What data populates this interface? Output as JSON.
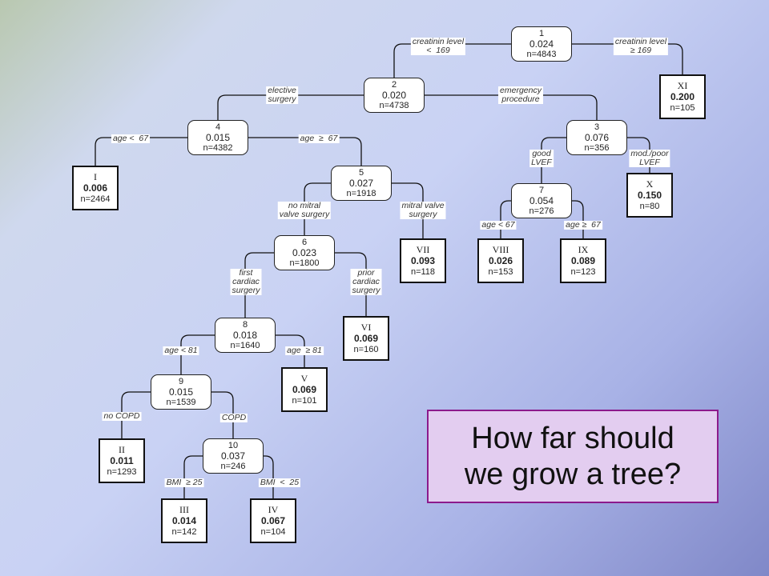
{
  "nodes": [
    {
      "id": "1",
      "value": "0.024",
      "n": "n=4843"
    },
    {
      "id": "2",
      "value": "0.020",
      "n": "n=4738"
    },
    {
      "id": "3",
      "value": "0.076",
      "n": "n=356"
    },
    {
      "id": "4",
      "value": "0.015",
      "n": "n=4382"
    },
    {
      "id": "5",
      "value": "0.027",
      "n": "n=1918"
    },
    {
      "id": "6",
      "value": "0.023",
      "n": "n=1800"
    },
    {
      "id": "7",
      "value": "0.054",
      "n": "n=276"
    },
    {
      "id": "8",
      "value": "0.018",
      "n": "n=1640"
    },
    {
      "id": "9",
      "value": "0.015",
      "n": "n=1539"
    },
    {
      "id": "10",
      "value": "0.037",
      "n": "n=246"
    }
  ],
  "leaves": [
    {
      "roman": "I",
      "value": "0.006",
      "n": "n=2464"
    },
    {
      "roman": "II",
      "value": "0.011",
      "n": "n=1293"
    },
    {
      "roman": "III",
      "value": "0.014",
      "n": "n=142"
    },
    {
      "roman": "IV",
      "value": "0.067",
      "n": "n=104"
    },
    {
      "roman": "V",
      "value": "0.069",
      "n": "n=101"
    },
    {
      "roman": "VI",
      "value": "0.069",
      "n": "n=160"
    },
    {
      "roman": "VII",
      "value": "0.093",
      "n": "n=118"
    },
    {
      "roman": "VIII",
      "value": "0.026",
      "n": "n=153"
    },
    {
      "roman": "IX",
      "value": "0.089",
      "n": "n=123"
    },
    {
      "roman": "X",
      "value": "0.150",
      "n": "n=80"
    },
    {
      "roman": "XI",
      "value": "0.200",
      "n": "n=105"
    }
  ],
  "splits": [
    {
      "text": "creatinin level\n<  169"
    },
    {
      "text": "creatinin level\n≥ 169"
    },
    {
      "text": "elective\nsurgery"
    },
    {
      "text": "emergency\nprocedure"
    },
    {
      "text": "age <  67"
    },
    {
      "text": "age  ≥  67"
    },
    {
      "text": "good\nLVEF"
    },
    {
      "text": "mod./poor\nLVEF"
    },
    {
      "text": "no mitral\nvalve surgery"
    },
    {
      "text": "mitral valve\nsurgery"
    },
    {
      "text": "age < 67"
    },
    {
      "text": "age ≥  67"
    },
    {
      "text": "first\ncardiac\nsurgery"
    },
    {
      "text": "prior\ncardiac\nsurgery"
    },
    {
      "text": "age < 81"
    },
    {
      "text": "age  ≥ 81"
    },
    {
      "text": "no COPD"
    },
    {
      "text": "COPD"
    },
    {
      "text": "BMI  ≥ 25"
    },
    {
      "text": "BMI  <  25"
    }
  ],
  "question": "How far should\nwe grow a tree?"
}
